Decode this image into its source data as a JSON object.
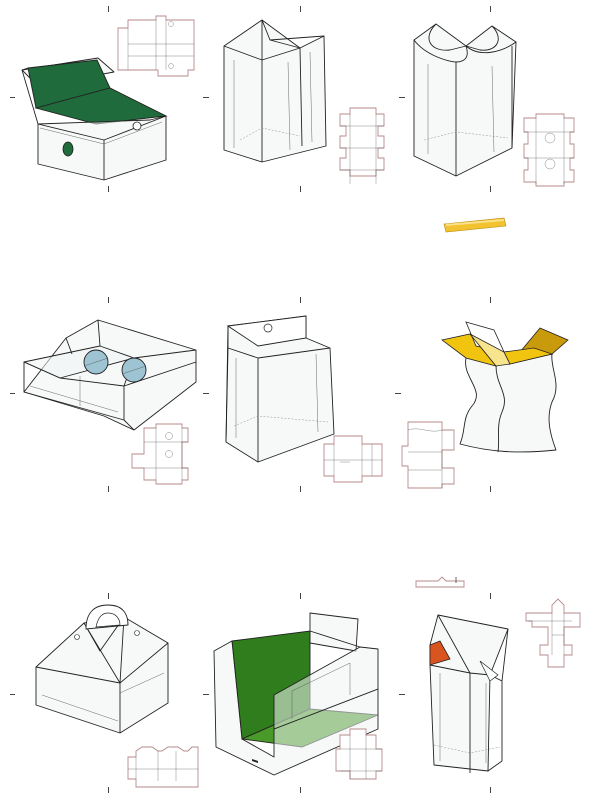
{
  "sheet": {
    "cells": [
      {
        "name": "mailer-box-with-round-window",
        "accent": "#1f6b3c"
      },
      {
        "name": "tall-box-pinched-top",
        "accent": "#ffffff"
      },
      {
        "name": "tall-box-petal-top",
        "accent": "#ffffff"
      },
      {
        "name": "yellow-strip-insert",
        "accent": "#f2c230"
      },
      {
        "name": "double-window-tray",
        "accent": "#9ec4d4"
      },
      {
        "name": "hang-tab-box",
        "accent": "#ffffff"
      },
      {
        "name": "wavy-box-yellow-lid",
        "accent": "#f1c40f"
      },
      {
        "name": "gable-handle-box",
        "accent": "#ffffff"
      },
      {
        "name": "display-box-green-interior",
        "accent": "#2f7d1c"
      },
      {
        "name": "pentagon-box-orange-flap",
        "accent": "#d9541e"
      }
    ]
  }
}
